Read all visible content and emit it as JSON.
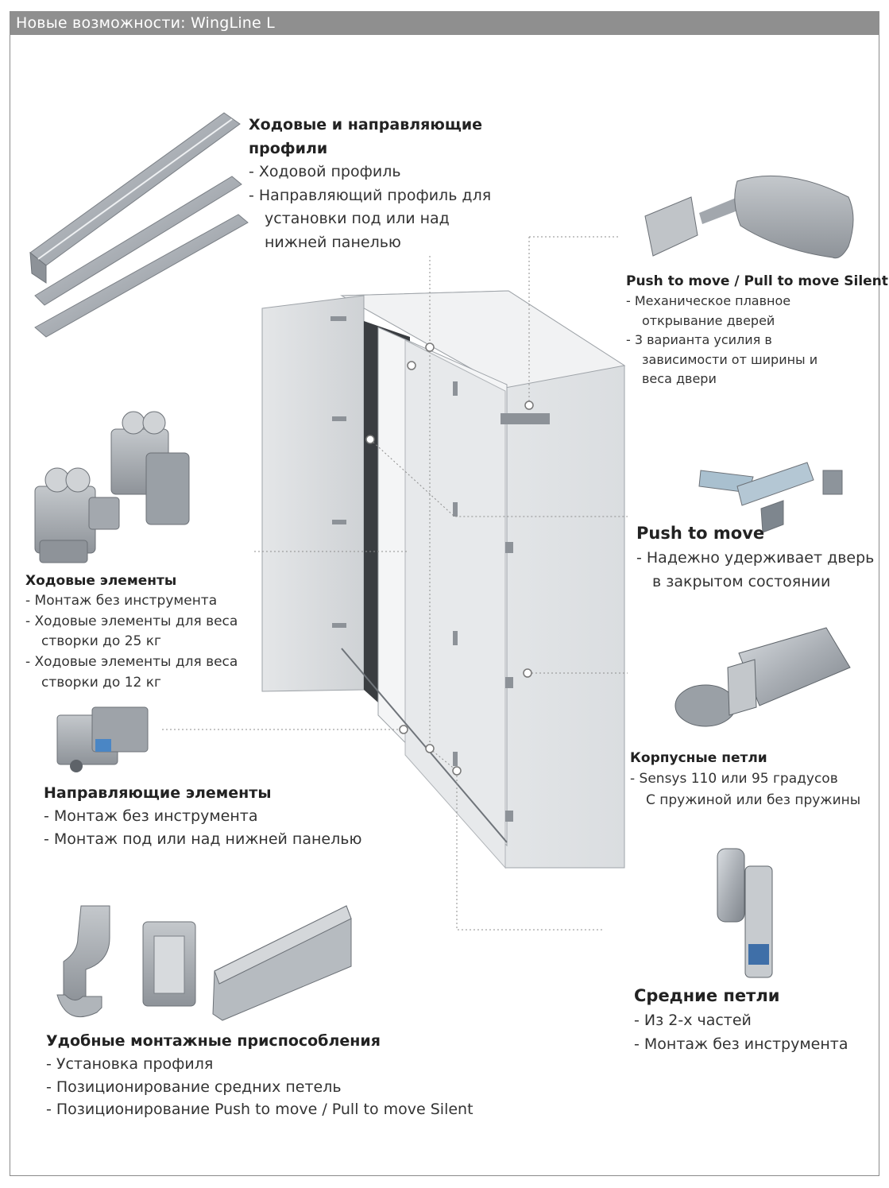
{
  "header": {
    "title": "Новые возможности: WingLine L"
  },
  "profiles": {
    "title_line1": "Ходовые и направляющие",
    "title_line2": "профили",
    "items": [
      "- Ходовой профиль",
      "- Направляющий профиль для",
      "установки под или над",
      "нижней панелью"
    ]
  },
  "push_pull_silent": {
    "title": "Push to move / Pull to move Silent",
    "items": [
      "- Механическое плавное",
      "открывание дверей",
      "- 3 варианта усилия в",
      "зависимости от ширины и",
      "веса двери"
    ]
  },
  "push_to_move": {
    "title": "Push to move",
    "items": [
      "- Надежно удерживает дверь",
      "в закрытом состоянии"
    ]
  },
  "running_elements": {
    "title": "Ходовые элементы",
    "items": [
      "- Монтаж без инструмента",
      "- Ходовые элементы для веса",
      "створки до 25 кг",
      "- Ходовые элементы для веса",
      "створки до 12 кг"
    ]
  },
  "guide_elements": {
    "title": "Направляющие элементы",
    "items": [
      "- Монтаж без инструмента",
      "- Монтаж под или над нижней панелью"
    ]
  },
  "cabinet_hinges": {
    "title": "Корпусные петли",
    "items": [
      "- Sensys 110 или 95 градусов",
      "С пружиной или без пружины"
    ]
  },
  "middle_hinges": {
    "title": "Средние петли",
    "items": [
      "- Из 2-х частей",
      "- Монтаж без инструмента"
    ]
  },
  "mounting_tools": {
    "title": "Удобные монтажные приспособления",
    "items": [
      "- Установка профиля",
      "- Позиционирование средних петель",
      "- Позиционирование Push to move / Pull to move Silent"
    ]
  },
  "colors": {
    "header_bar": "#8f8f8f",
    "frame": "#8a8a8a",
    "metal": "#b9bdc2",
    "cabinet": "#e6e8ea"
  }
}
